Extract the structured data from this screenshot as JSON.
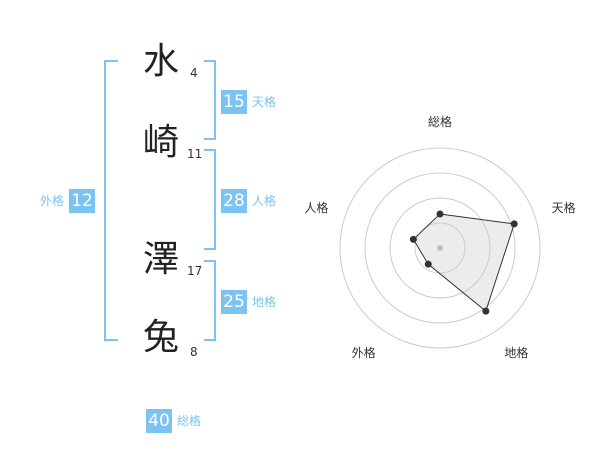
{
  "name": {
    "chars": [
      {
        "char": "水",
        "strokes": "4"
      },
      {
        "char": "崎",
        "strokes": "11"
      },
      {
        "char": "澤",
        "strokes": "17"
      },
      {
        "char": "兔",
        "strokes": "8"
      }
    ]
  },
  "kakusu": {
    "tenkaku": {
      "value": "15",
      "label": "天格"
    },
    "jinkaku": {
      "value": "28",
      "label": "人格"
    },
    "chikaku": {
      "value": "25",
      "label": "地格"
    },
    "gaikaku": {
      "value": "12",
      "label": "外格"
    },
    "soukaku": {
      "value": "40",
      "label": "総格"
    }
  },
  "colors": {
    "accent": "#7cc3f2",
    "text": "#222222"
  },
  "chart_data": {
    "type": "radar",
    "axes": [
      "総格",
      "天格",
      "地格",
      "外格",
      "人格"
    ],
    "values": [
      1.7,
      3.9,
      3.9,
      1.0,
      1.4
    ],
    "r_range": [
      0,
      5
    ],
    "rings": 4,
    "grid": true,
    "legend": "none"
  }
}
